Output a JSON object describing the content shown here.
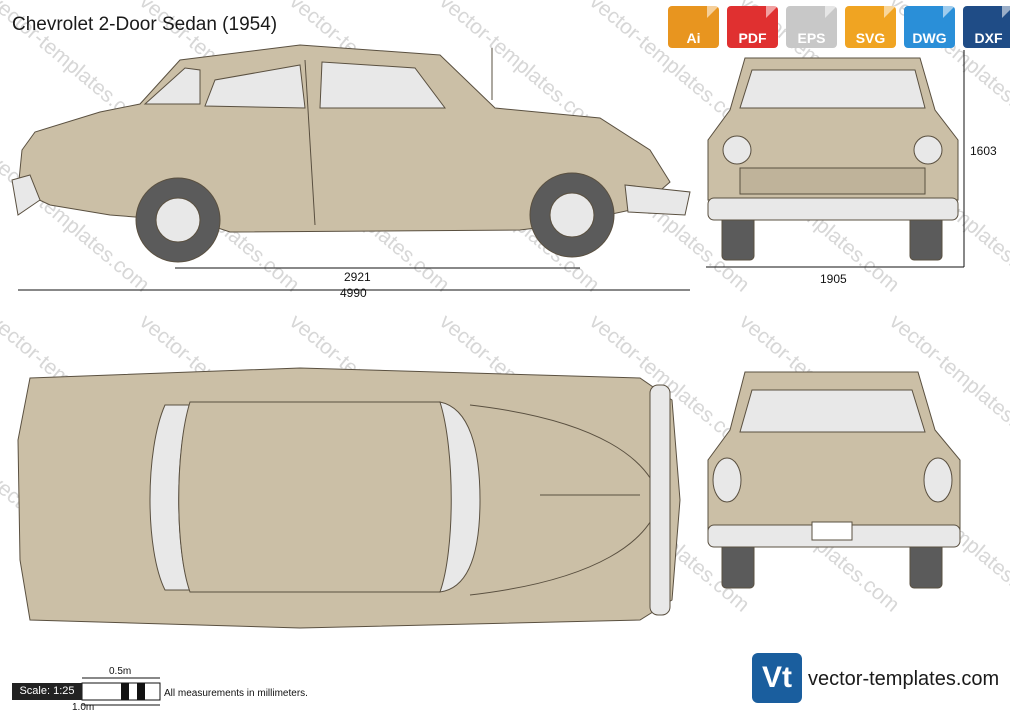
{
  "title": "Chevrolet 2-Door Sedan (1954)",
  "formats": [
    {
      "label": "Ai",
      "color": "#e8951f",
      "icon": "ai-file-icon"
    },
    {
      "label": "PDF",
      "color": "#e03030",
      "icon": "pdf-file-icon"
    },
    {
      "label": "EPS",
      "color": "#c8c8c8",
      "icon": "eps-file-icon"
    },
    {
      "label": "SVG",
      "color": "#f0a422",
      "icon": "svg-file-icon"
    },
    {
      "label": "DWG",
      "color": "#2a8fd8",
      "icon": "dwg-file-icon"
    },
    {
      "label": "DXF",
      "color": "#1f4c86",
      "icon": "dxf-file-icon"
    }
  ],
  "dimensions": {
    "wheelbase": "2921",
    "length": "4990",
    "width": "1905",
    "height": "1603"
  },
  "scale": {
    "label": "Scale: 1:25",
    "half_meter": "0.5m",
    "one_meter": "1.0m"
  },
  "note": "All measurements in millimeters.",
  "watermark": "vector-templates.com",
  "brand": {
    "logo": "Vt",
    "name": "vector-templates.com"
  },
  "colors": {
    "body": "#cbbfa6",
    "outline": "#5a5040",
    "glass": "#e8e8e8",
    "tire": "#5b5b5b"
  }
}
